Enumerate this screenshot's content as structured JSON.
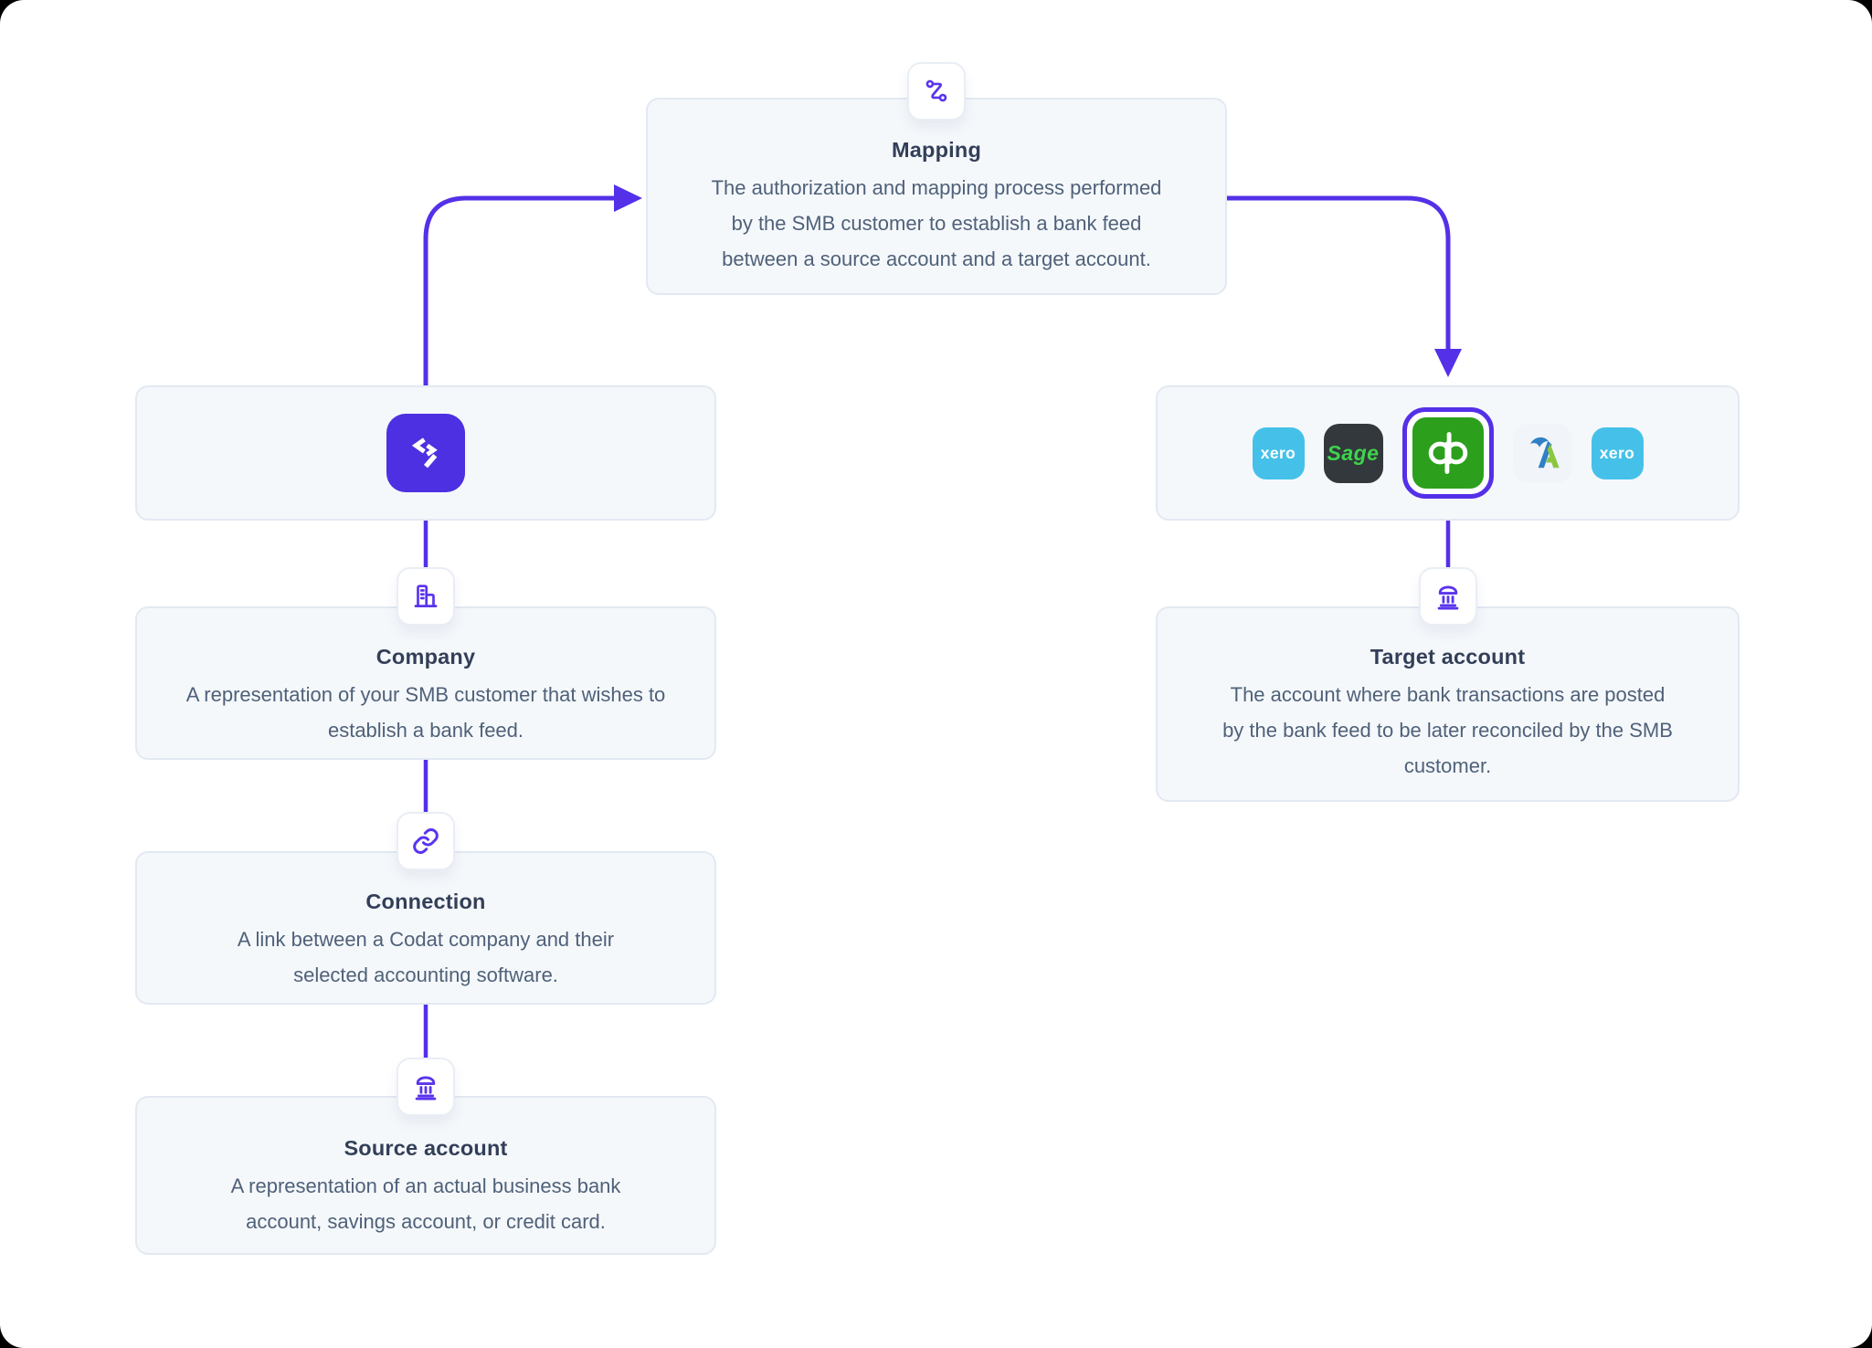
{
  "accent_color": "#5430e8",
  "nodes": {
    "codat": {
      "icon": "codat-logo",
      "brand_color": "#4c30e2"
    },
    "mapping": {
      "icon": "route-icon",
      "title": "Mapping",
      "description": "The authorization and mapping process performed by the SMB customer to establish a bank feed between a source account and a target account."
    },
    "company": {
      "icon": "building-icon",
      "title": "Company",
      "description": "A representation of your SMB customer that wishes to establish a bank feed."
    },
    "connection": {
      "icon": "link-icon",
      "title": "Connection",
      "description": "A link between a Codat company and their selected accounting software."
    },
    "source_account": {
      "icon": "bank-icon",
      "title": "Source account",
      "description": "A representation of an actual business bank account, savings account, or credit card."
    },
    "target_account": {
      "icon": "bank-icon",
      "title": "Target account",
      "description": "The account where bank transactions are posted by the bank feed to be later reconciled by the SMB customer."
    }
  },
  "platforms": {
    "items": [
      {
        "name": "xero",
        "label": "xero",
        "color": "#45c1e9",
        "selected": false
      },
      {
        "name": "sage",
        "label": "Sage",
        "color": "#32383c",
        "text_color": "#3ed34c",
        "selected": false
      },
      {
        "name": "quickbooks",
        "label": "qb",
        "color": "#2ca01c",
        "selected": true
      },
      {
        "name": "freeagent",
        "label": "",
        "color": "#f1f4f9",
        "selected": false
      },
      {
        "name": "xero",
        "label": "xero",
        "color": "#45c1e9",
        "selected": false
      }
    ]
  }
}
